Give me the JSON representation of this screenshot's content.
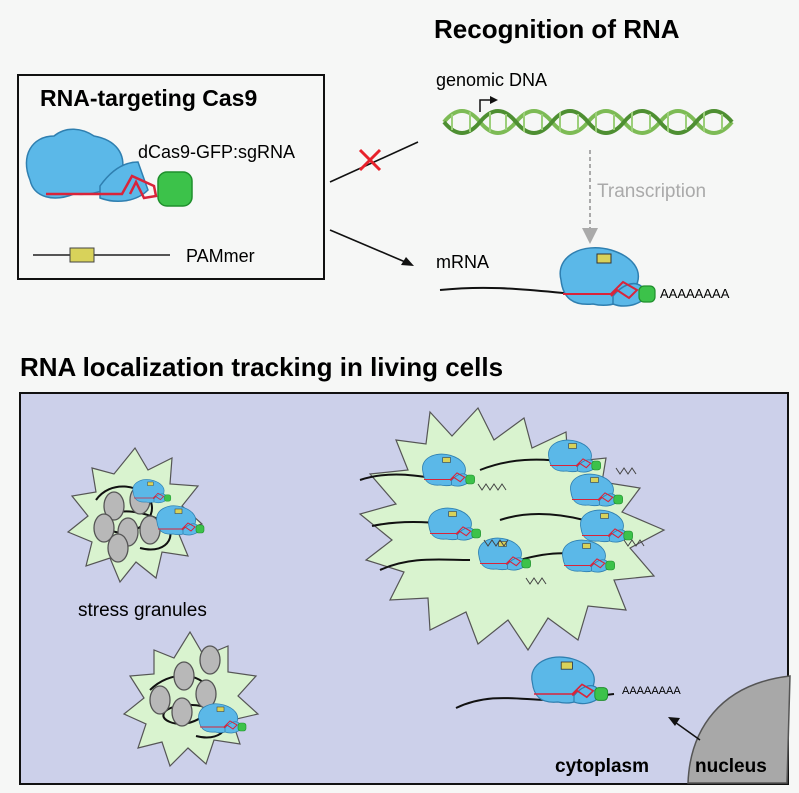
{
  "recognition": {
    "title": "Recognition of RNA",
    "genomic_dna_label": "genomic DNA",
    "transcription_label": "Transcription",
    "mrna_label": "mRNA",
    "polya_label": "AAAAAAAA"
  },
  "cas9_box": {
    "title": "RNA-targeting Cas9",
    "complex_label": "dCas9-GFP:sgRNA",
    "pammer_label": "PAMmer"
  },
  "tracking": {
    "title": "RNA localization tracking in living cells",
    "stress_granules_label": "stress granules",
    "cytoplasm_label": "cytoplasm",
    "nucleus_label": "nucleus",
    "polya_small_label": "AAAAAAAA"
  },
  "colors": {
    "cas9_blue": "#5bb8e8",
    "gfp_green": "#3cc24a",
    "sgrna_red": "#d9243a",
    "pammer_yellow": "#d8d25a",
    "cell_bg": "#ccd0ea",
    "granule_green": "#d9f3cf",
    "dna_green": "#7dbb55",
    "nucleus_gray": "#a8a8a8",
    "arrow_gray": "#aaaaaa",
    "x_red": "#e8212b"
  }
}
